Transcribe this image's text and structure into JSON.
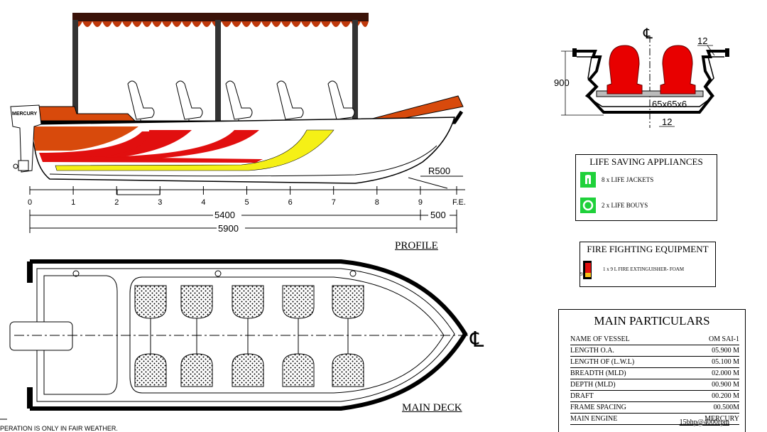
{
  "profile": {
    "title": "PROFILE",
    "outboard_brand": "MERCURY",
    "radius_label": "R500",
    "frame_stations": [
      "0",
      "1",
      "2",
      "3",
      "4",
      "5",
      "6",
      "7",
      "8",
      "9",
      "F.E."
    ],
    "dim_main": "5400",
    "dim_fe": "500",
    "dim_total": "5900",
    "seats": 5
  },
  "section": {
    "centerline_label": "℄",
    "depth_label": "900",
    "plate_label_top": "12",
    "angle_label": "65x65x6",
    "plate_label_bottom": "12"
  },
  "deck": {
    "title": "MAIN DECK",
    "centerline_label": "℄",
    "seat_pairs": 5
  },
  "note": "PERATION IS ONLY IN FAIR WEATHER.",
  "life_saving": {
    "title": "LIFE SAVING APPLIANCES",
    "items": [
      {
        "icon": "life-jacket-icon",
        "text": "8 x LIFE JACKETS"
      },
      {
        "icon": "life-buoy-icon",
        "text": "2 x LIFE BOUYS"
      }
    ]
  },
  "fire": {
    "title": "FIRE FIGHTING EQUIPMENT",
    "icon_label": "9",
    "item": "1 x 9 L FIRE EXTINGUISHER- FOAM"
  },
  "particulars": {
    "title": "MAIN PARTICULARS",
    "rows": [
      {
        "k": "NAME OF VESSEL",
        "v": "OM SAI-1"
      },
      {
        "k": "LENGTH  O.A.",
        "v": "05.900 M"
      },
      {
        "k": "LENGTH OF (L.W.L)",
        "v": "05.100 M"
      },
      {
        "k": "BREADTH (MLD)",
        "v": "02.000 M"
      },
      {
        "k": "DEPTH (MLD)",
        "v": "00.900 M"
      },
      {
        "k": "DRAFT",
        "v": "00.200 M"
      },
      {
        "k": "FRAME SPACING",
        "v": "00.500M"
      },
      {
        "k": "MAIN ENGINE",
        "v": "MERCURY"
      }
    ],
    "engine_rating": "15bhp@4000rpm"
  },
  "colors": {
    "hull_red": "#e10f0f",
    "hull_orange": "#d84a0c",
    "hull_yellow": "#f5f016",
    "canopy": "#7a1a08",
    "seat_red": "#e80000",
    "green": "#1fd13a"
  }
}
